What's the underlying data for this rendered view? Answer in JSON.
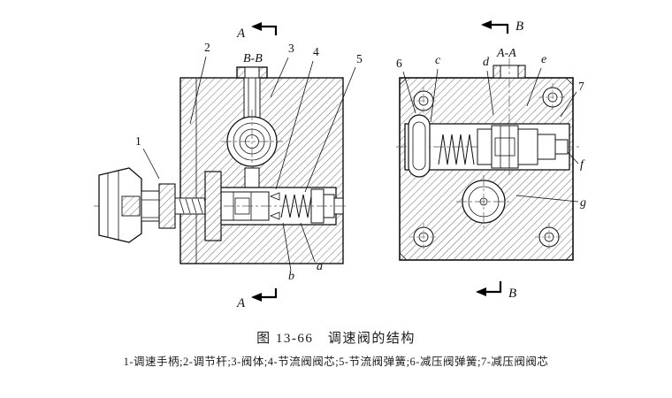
{
  "figure": {
    "caption": "图 13-66　调速阀的结构",
    "legend": "1-调速手柄;2-调节杆;3-阀体;4-节流阀阀芯;5-节流阀弹簧;6-减压阀弹簧;7-减压阀阀芯"
  },
  "views": {
    "left": {
      "label": "B-B"
    },
    "right": {
      "label": "A-A"
    }
  },
  "section_marks": {
    "left_top": "A",
    "left_bottom": "A",
    "right_top": "B",
    "right_bottom": "B"
  },
  "part_labels": {
    "p1": "1",
    "p2": "2",
    "p3": "3",
    "p4": "4",
    "p5": "5",
    "p6": "6",
    "p7": "7",
    "a": "a",
    "b": "b",
    "c": "c",
    "d": "d",
    "e": "e",
    "f": "f",
    "g": "g"
  }
}
